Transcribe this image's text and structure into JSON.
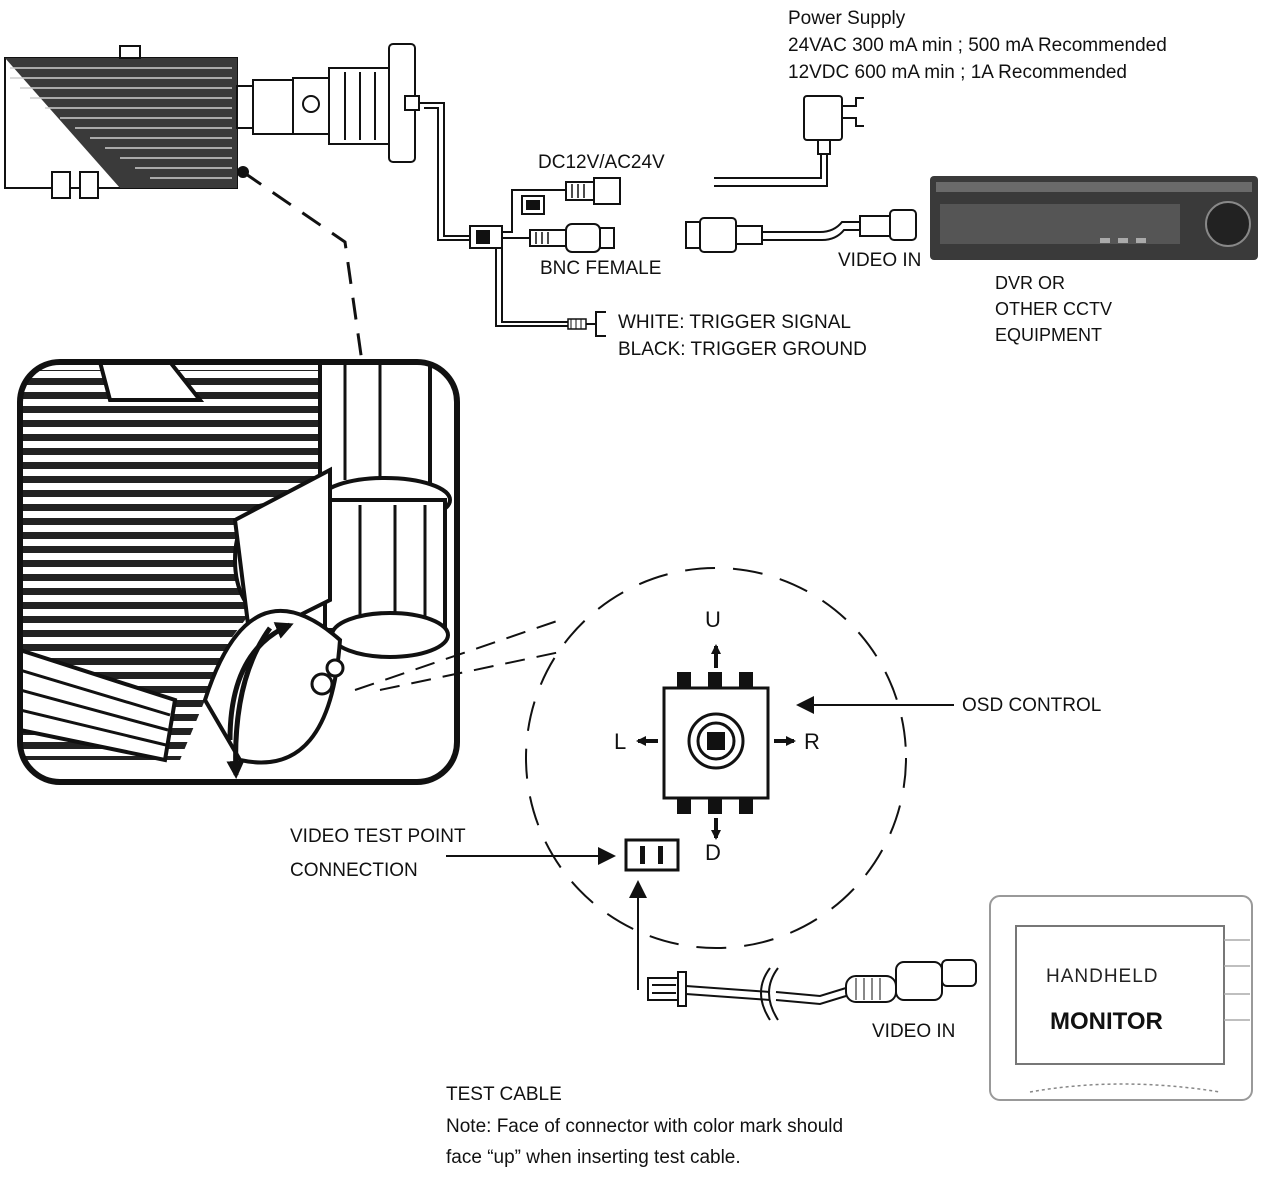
{
  "power_supply": {
    "title": "Power Supply",
    "line1": "24VAC 300 mA min ; 500 mA Recommended",
    "line2": "12VDC 600 mA min ; 1A Recommended"
  },
  "cable_labels": {
    "dc": "DC12V/AC24V",
    "bnc": "BNC FEMALE",
    "white": "WHITE: TRIGGER SIGNAL",
    "black": "BLACK: TRIGGER GROUND",
    "dvr_video_in": "VIDEO IN"
  },
  "dvr": {
    "line1": "DVR OR",
    "line2": "OTHER CCTV",
    "line3": "EQUIPMENT"
  },
  "osd": {
    "label": "OSD CONTROL",
    "up": "U",
    "down": "D",
    "left": "L",
    "right": "R"
  },
  "test_point": {
    "line1": "VIDEO TEST POINT",
    "line2": "CONNECTION"
  },
  "monitor": {
    "title": "HANDHELD",
    "brand": "MONITOR",
    "video_in": "VIDEO IN"
  },
  "test_cable": {
    "title": "TEST CABLE",
    "note1": "Note: Face of connector with color mark should",
    "note2": "face “up” when inserting test cable."
  }
}
